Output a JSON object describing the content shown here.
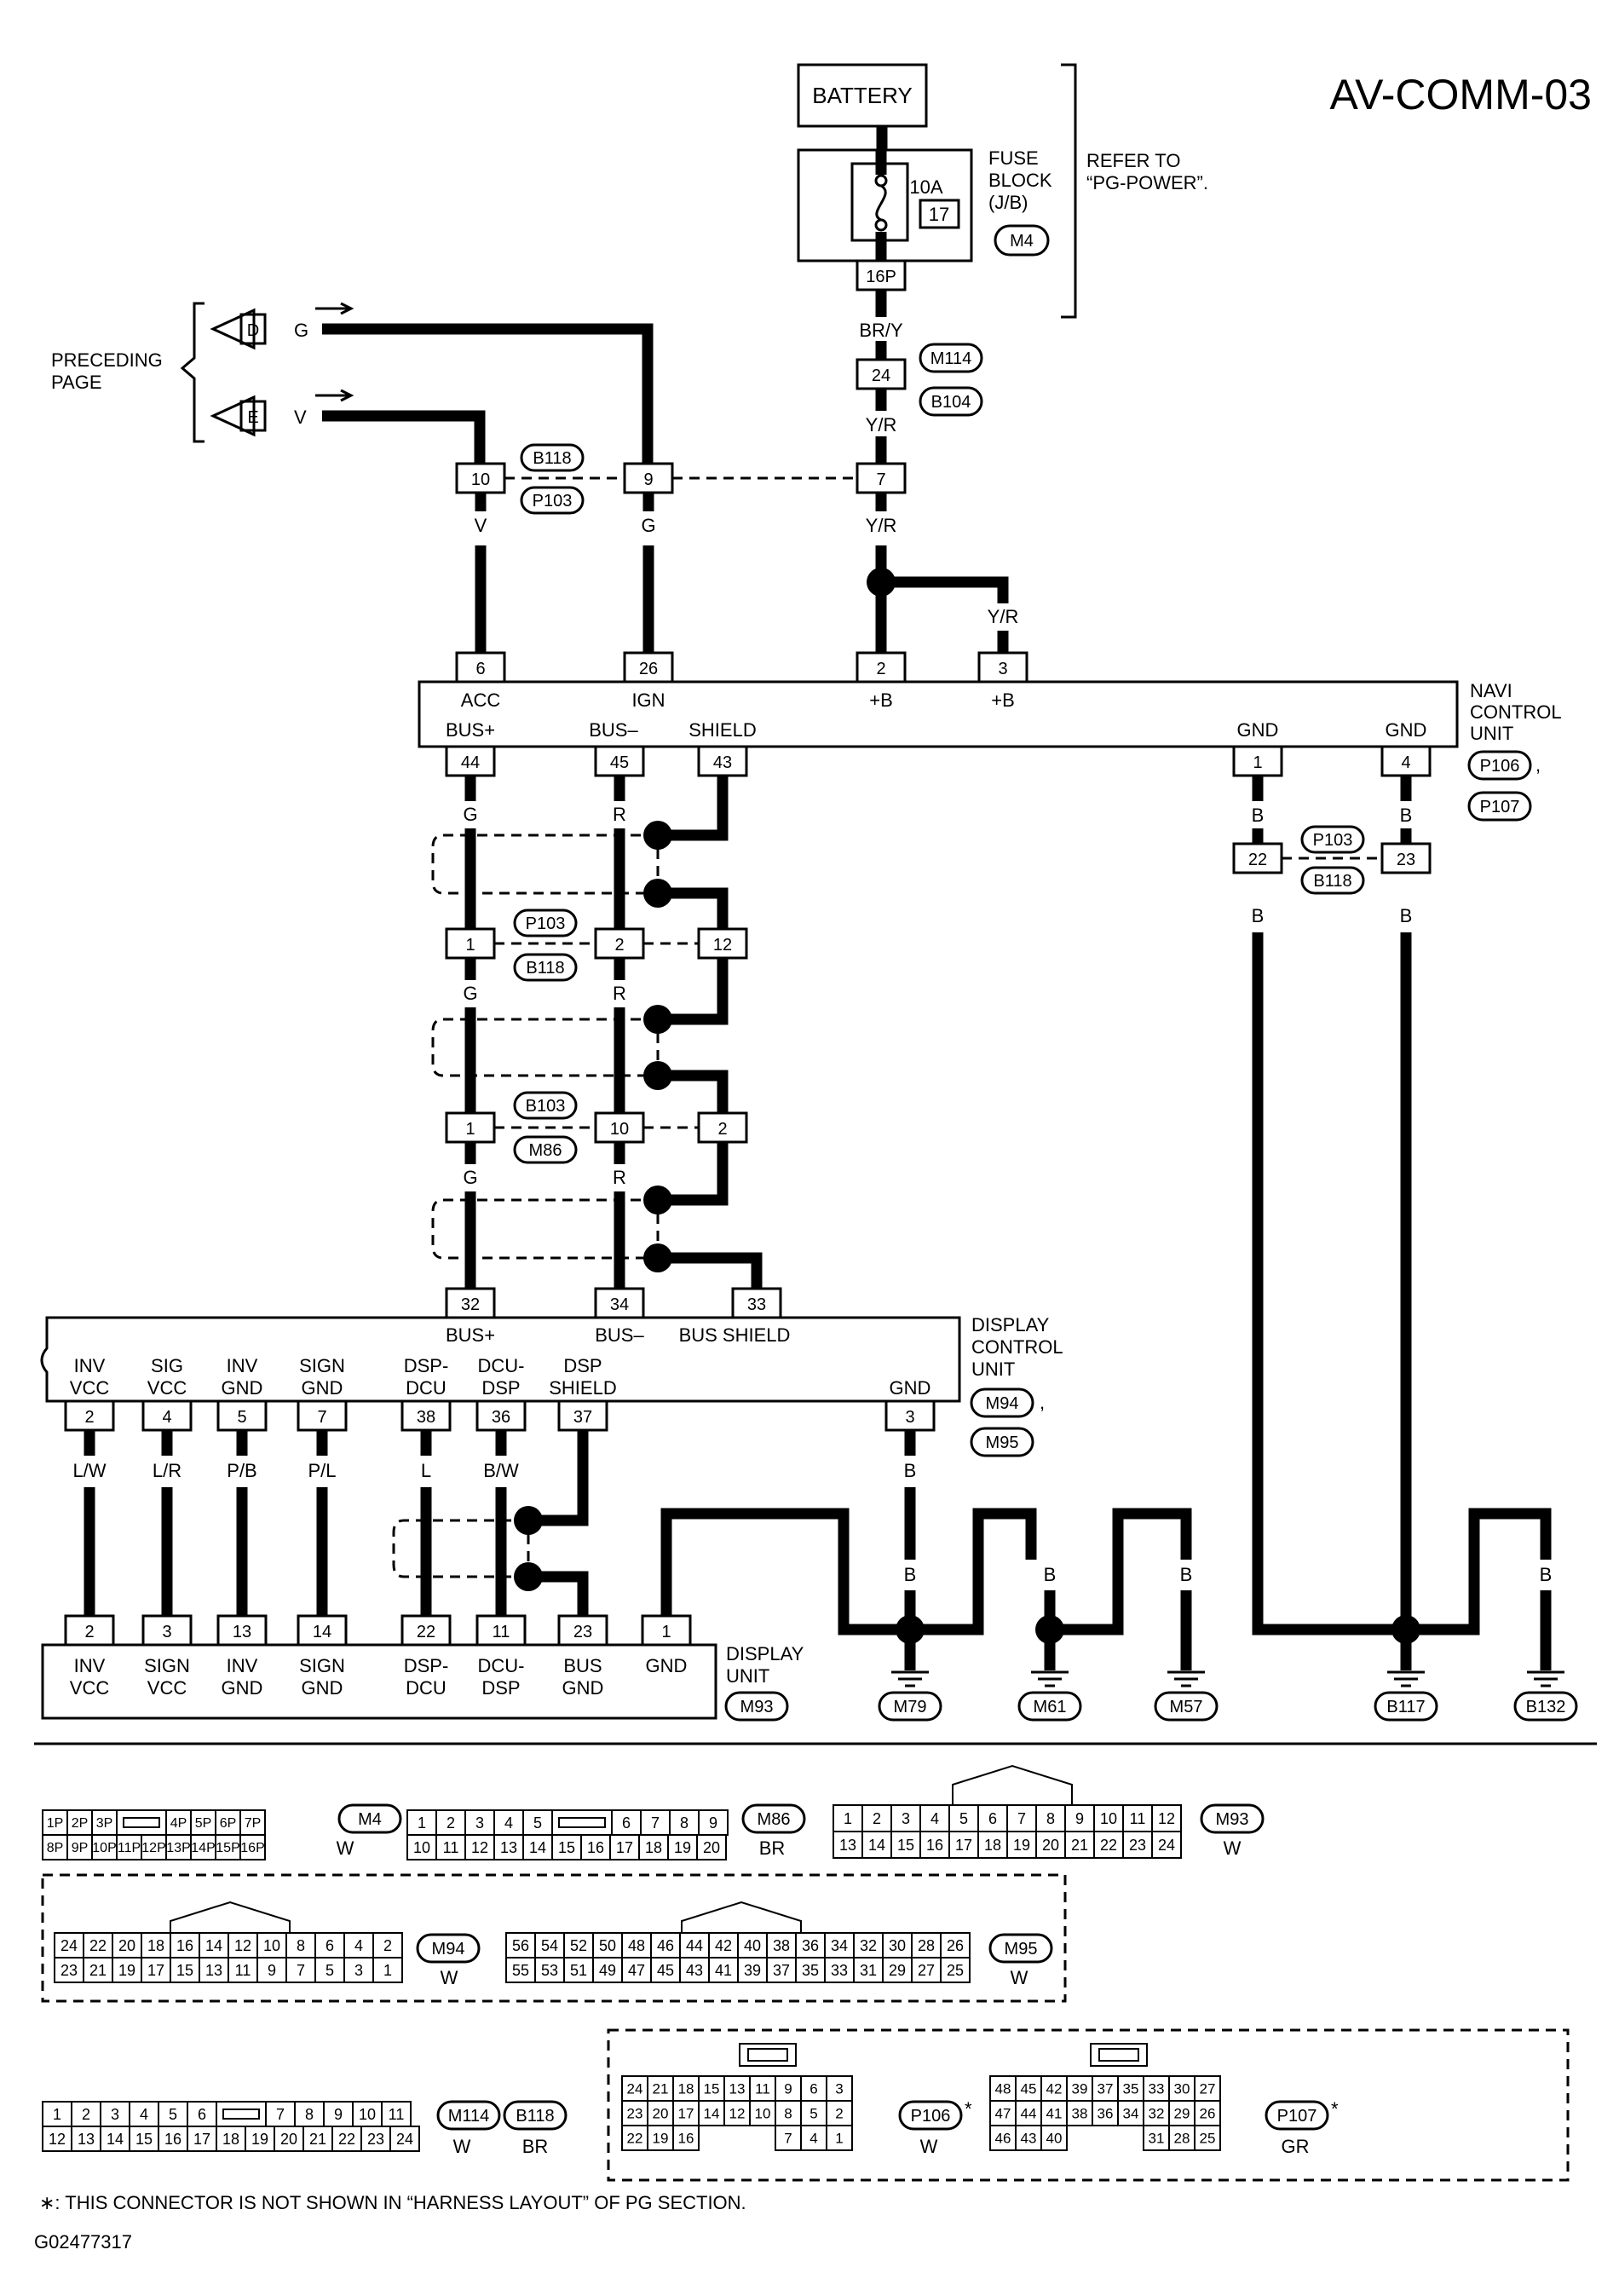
{
  "diagram_id": "AV-COMM-03",
  "figure_code": "G02477317",
  "battery": "BATTERY",
  "fuse": {
    "label_lines": [
      "FUSE",
      "BLOCK",
      "(J/B)"
    ],
    "amp": "10A",
    "num": "17",
    "connector": "M4",
    "pin": "16P"
  },
  "refer_lines": [
    "REFER TO",
    "“PG-POWER”."
  ],
  "preceding_lines": [
    "PRECEDING",
    "PAGE"
  ],
  "arrows": [
    {
      "letter": "D",
      "color": "G"
    },
    {
      "letter": "E",
      "color": "V"
    }
  ],
  "splice_top": {
    "pins": [
      "10",
      "9",
      "7"
    ],
    "conn": [
      "B118",
      "P103"
    ]
  },
  "upper_conn": {
    "pin": "24",
    "conn": [
      "M114",
      "B104"
    ]
  },
  "wire_colors": {
    "bry": "BR/Y",
    "yr": "Y/R",
    "v": "V",
    "g": "G",
    "r": "R",
    "b": "B",
    "lw": "L/W",
    "lr": "L/R",
    "pb": "P/B",
    "pl": "P/L",
    "l": "L",
    "bw": "B/W"
  },
  "navi": {
    "name_lines": [
      "NAVI",
      "CONTROL",
      "UNIT"
    ],
    "conn": [
      "P106",
      "P107"
    ],
    "top_pins": [
      {
        "pin": "6",
        "label": "ACC"
      },
      {
        "pin": "26",
        "label": "IGN"
      },
      {
        "pin": "2",
        "label": "+B"
      },
      {
        "pin": "3",
        "label": "+B"
      }
    ],
    "bottom_pins": [
      {
        "pin": "44",
        "label": "BUS+"
      },
      {
        "pin": "45",
        "label": "BUS–"
      },
      {
        "pin": "43",
        "label": "SHIELD"
      },
      {
        "pin": "1",
        "label": "GND"
      },
      {
        "pin": "4",
        "label": "GND"
      }
    ]
  },
  "gnd_inline": {
    "pins": [
      "22",
      "23"
    ],
    "conn": [
      "P103",
      "B118"
    ]
  },
  "inline1": {
    "pins": [
      "1",
      "2",
      "12"
    ],
    "conn": [
      "P103",
      "B118"
    ]
  },
  "inline2": {
    "pins": [
      "1",
      "10",
      "2"
    ],
    "conn": [
      "B103",
      "M86"
    ]
  },
  "display_ctrl": {
    "name_lines": [
      "DISPLAY",
      "CONTROL",
      "UNIT"
    ],
    "conn": [
      "M94",
      "M95"
    ],
    "top_pins": [
      {
        "pin": "32",
        "label": "BUS+"
      },
      {
        "pin": "34",
        "label": "BUS–"
      },
      {
        "pin": "33",
        "label": "BUS SHIELD"
      }
    ],
    "bottom_pins": [
      {
        "pin": "2",
        "label": [
          "INV",
          "VCC"
        ]
      },
      {
        "pin": "4",
        "label": [
          "SIG",
          "VCC"
        ]
      },
      {
        "pin": "5",
        "label": [
          "INV",
          "GND"
        ]
      },
      {
        "pin": "7",
        "label": [
          "SIGN",
          "GND"
        ]
      },
      {
        "pin": "38",
        "label": [
          "DSP-",
          "DCU"
        ]
      },
      {
        "pin": "36",
        "label": [
          "DCU-",
          "DSP"
        ]
      },
      {
        "pin": "37",
        "label": [
          "DSP",
          "SHIELD"
        ]
      },
      {
        "pin": "3",
        "label": [
          "GND"
        ]
      }
    ]
  },
  "display_unit": {
    "name_lines": [
      "DISPLAY",
      "UNIT"
    ],
    "conn": "M93",
    "pins": [
      {
        "pin": "2",
        "label": [
          "INV",
          "VCC"
        ]
      },
      {
        "pin": "3",
        "label": [
          "SIGN",
          "VCC"
        ]
      },
      {
        "pin": "13",
        "label": [
          "INV",
          "GND"
        ]
      },
      {
        "pin": "14",
        "label": [
          "SIGN",
          "GND"
        ]
      },
      {
        "pin": "22",
        "label": [
          "DSP-",
          "DCU"
        ]
      },
      {
        "pin": "11",
        "label": [
          "DCU-",
          "DSP"
        ]
      },
      {
        "pin": "23",
        "label": [
          "BUS",
          "GND"
        ]
      },
      {
        "pin": "1",
        "label": [
          "GND"
        ]
      }
    ]
  },
  "grounds": [
    "M79",
    "M61",
    "M57",
    "B117",
    "B132"
  ],
  "connector_views": [
    {
      "id": "M4",
      "color": "W",
      "rows": [
        [
          "1P",
          "2P",
          "3P",
          "",
          "4P",
          "5P",
          "6P",
          "7P"
        ],
        [
          "8P",
          "9P",
          "10P",
          "11P",
          "12P",
          "13P",
          "14P",
          "15P",
          "16P"
        ]
      ]
    },
    {
      "id": "M86",
      "color": "BR",
      "rows": [
        [
          "1",
          "2",
          "3",
          "4",
          "5",
          "",
          "6",
          "7",
          "8",
          "9"
        ],
        [
          "10",
          "11",
          "12",
          "13",
          "14",
          "15",
          "16",
          "17",
          "18",
          "19",
          "20"
        ]
      ]
    },
    {
      "id": "M93",
      "color": "W",
      "rows": [
        [
          "1",
          "2",
          "3",
          "4",
          "5",
          "6",
          "7",
          "8",
          "9",
          "10",
          "11",
          "12"
        ],
        [
          "13",
          "14",
          "15",
          "16",
          "17",
          "18",
          "19",
          "20",
          "21",
          "22",
          "23",
          "24"
        ]
      ]
    },
    {
      "id": "M94",
      "color": "W",
      "rows": [
        [
          "24",
          "22",
          "20",
          "18",
          "16",
          "14",
          "12",
          "10",
          "8",
          "6",
          "4",
          "2"
        ],
        [
          "23",
          "21",
          "19",
          "17",
          "15",
          "13",
          "11",
          "9",
          "7",
          "5",
          "3",
          "1"
        ]
      ]
    },
    {
      "id": "M95",
      "color": "W",
      "rows": [
        [
          "56",
          "54",
          "52",
          "50",
          "48",
          "46",
          "44",
          "42",
          "40",
          "38",
          "36",
          "34",
          "32",
          "30",
          "28",
          "26"
        ],
        [
          "55",
          "53",
          "51",
          "49",
          "47",
          "45",
          "43",
          "41",
          "39",
          "37",
          "35",
          "33",
          "31",
          "29",
          "27",
          "25"
        ]
      ]
    },
    {
      "id": "M114",
      "id2": "B118",
      "color": "W",
      "color2": "BR",
      "rows": [
        [
          "1",
          "2",
          "3",
          "4",
          "5",
          "6",
          "",
          "7",
          "8",
          "9",
          "10",
          "11"
        ],
        [
          "12",
          "13",
          "14",
          "15",
          "16",
          "17",
          "18",
          "19",
          "20",
          "21",
          "22",
          "23",
          "24"
        ]
      ]
    },
    {
      "id": "P106",
      "color": "W",
      "star": "*",
      "rows": [
        [
          "24",
          "21",
          "18",
          "15",
          "13",
          "11",
          "9",
          "6",
          "3"
        ],
        [
          "23",
          "20",
          "17",
          "14",
          "12",
          "10",
          "8",
          "5",
          "2"
        ],
        [
          "22",
          "19",
          "16",
          "",
          "",
          "",
          "7",
          "4",
          "1"
        ]
      ]
    },
    {
      "id": "P107",
      "color": "GR",
      "star": "*",
      "rows": [
        [
          "48",
          "45",
          "42",
          "39",
          "37",
          "35",
          "33",
          "30",
          "27"
        ],
        [
          "47",
          "44",
          "41",
          "38",
          "36",
          "34",
          "32",
          "29",
          "26"
        ],
        [
          "46",
          "43",
          "40",
          "",
          "",
          "",
          "31",
          "28",
          "25"
        ]
      ]
    }
  ],
  "footnote": "∗: THIS CONNECTOR IS NOT SHOWN IN “HARNESS LAYOUT” OF PG SECTION."
}
